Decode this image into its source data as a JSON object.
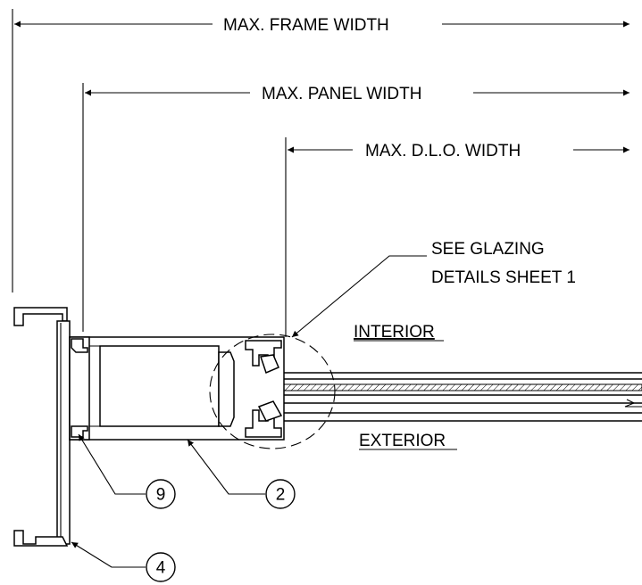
{
  "dimensions": {
    "frame_width_label": "MAX. FRAME WIDTH",
    "panel_width_label": "MAX. PANEL WIDTH",
    "dlo_width_label": "MAX. D.L.O. WIDTH"
  },
  "notes": {
    "glazing_line1": "SEE GLAZING",
    "glazing_line2": "DETAILS SHEET 1",
    "interior_label": "INTERIOR",
    "exterior_label": "EXTERIOR"
  },
  "callouts": [
    "9",
    "2",
    "4"
  ]
}
